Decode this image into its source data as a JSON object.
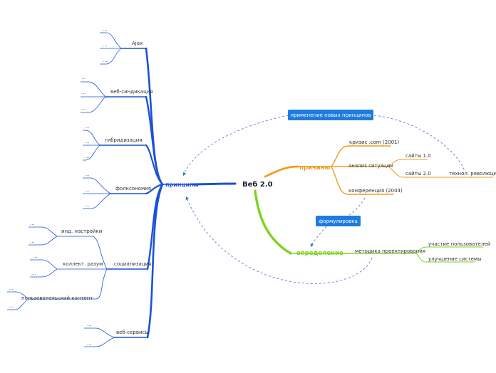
{
  "center": {
    "label": "Веб 2.0"
  },
  "branches": {
    "principles": {
      "label": "принципы",
      "color": "#1a52d8"
    },
    "reasons": {
      "label": "причины",
      "color": "#f39a1d"
    },
    "definition": {
      "label": "определение",
      "color": "#7ed321"
    }
  },
  "principles": {
    "ajax": "Ajax",
    "syndication": "веб-синдикация",
    "hybridization": "гибридизация",
    "folksonomy": "фолксономия",
    "socialization": "социализация",
    "ind_settings": "инд. настройки",
    "collective_mind": "коллект. разум",
    "user_content": "пользовательский контент",
    "web_services": "веб-сервисы",
    "ellipsis": "..."
  },
  "reasons": {
    "crisis": "кризис .com (2001)",
    "situation": "анализ ситуации",
    "sites1": "сайты 1.0",
    "sites2": "сайты 2.0",
    "tech_revolution": "технол. революция",
    "conference": "конференция (2004)"
  },
  "definition": {
    "methodology": "методика проектирования",
    "participation": "участие пользователей",
    "improvement": "улучшение системы"
  },
  "callouts": {
    "apply_principles": "применение новых принципов",
    "formulation": "формулировка",
    "color": "#1e7be0"
  }
}
